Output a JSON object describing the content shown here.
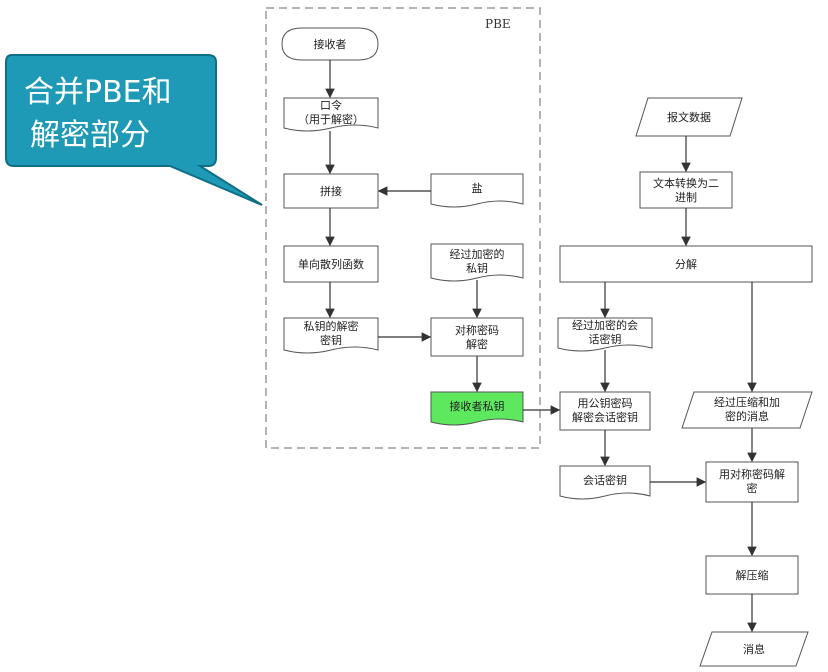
{
  "callout": {
    "line1": "合并PBE和",
    "line2": "解密部分",
    "color": "#1e99b6"
  },
  "pbe_box": {
    "label": "PBE"
  },
  "nodes": {
    "receiver": "接收者",
    "password_line1": "口令",
    "password_line2": "（用于解密）",
    "stretch": "拼接",
    "salt": "盐",
    "hash": "单向散列函数",
    "enc_key_line1": "经过加密的",
    "enc_key_line2": "私钥",
    "dec_key_line1": "私钥的解密",
    "dec_key_line2": "密钥",
    "sym_dec_line1": "对称密码",
    "sym_dec_line2": "解密",
    "receiver_priv": "接收者私钥",
    "report_data": "报文数据",
    "to_binary_line1": "文本转换为二",
    "to_binary_line2": "进制",
    "decompose": "分解",
    "enc_session_line1": "经过加密的会",
    "enc_session_line2": "话密钥",
    "pub_dec_line1": "用公钥密码",
    "pub_dec_line2": "解密会话密钥",
    "compressed_line1": "经过压缩和加",
    "compressed_line2": "密的消息",
    "session_key": "会话密钥",
    "sym_dec2_line1": "用对称密码解",
    "sym_dec2_line2": "密",
    "decompress": "解压缩",
    "message": "消息"
  },
  "colors": {
    "highlight": "#5ee85e",
    "stroke": "#555555",
    "dash": "#9a9a9a"
  }
}
